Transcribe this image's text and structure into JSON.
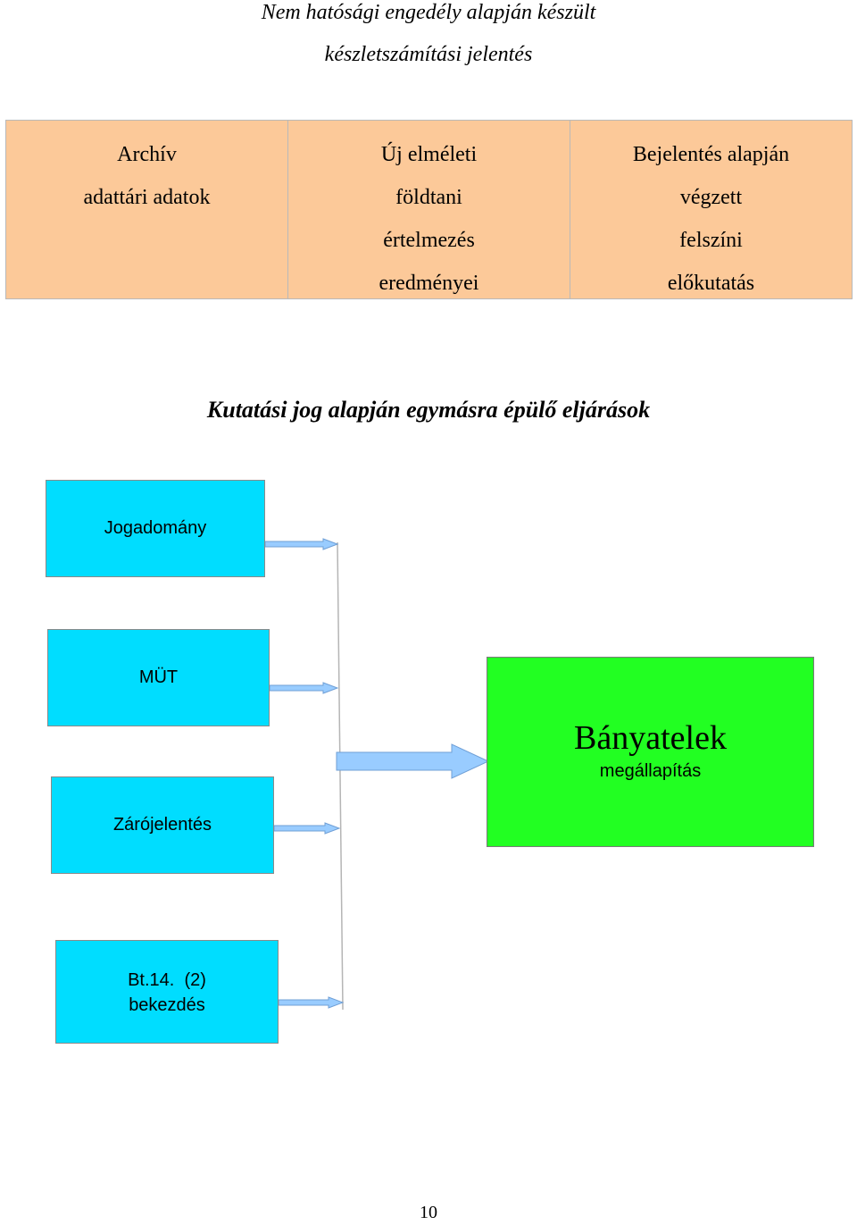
{
  "titles": {
    "line1": "Nem hatósági engedély alapján készült",
    "line2": "készletszámítási jelentés"
  },
  "top_table": {
    "fill_color": "#fcc999",
    "cells": [
      {
        "lines": [
          "Archív",
          "adattári adatok"
        ]
      },
      {
        "lines": [
          "Új elméleti",
          "földtani",
          "értelmezés",
          "eredményei"
        ]
      },
      {
        "lines": [
          "Bejelentés alapján",
          "végzett",
          "felszíni",
          "előkutatás"
        ]
      }
    ]
  },
  "subheading": "Kutatási jog alapján egymásra épülő eljárások",
  "flow": {
    "box_color": "#00ddff",
    "result_color": "#22ff22",
    "arrow_color": "#99ccff",
    "inputs": [
      {
        "label": "Jogadomány"
      },
      {
        "label": "MÜT"
      },
      {
        "label": "Zárójelentés"
      },
      {
        "label_line1": "Bt.14.  (2)",
        "label_line2": "bekezdés"
      }
    ],
    "result": {
      "title": "Bányatelek",
      "subtitle": "megállapítás"
    }
  },
  "page_number": "10"
}
